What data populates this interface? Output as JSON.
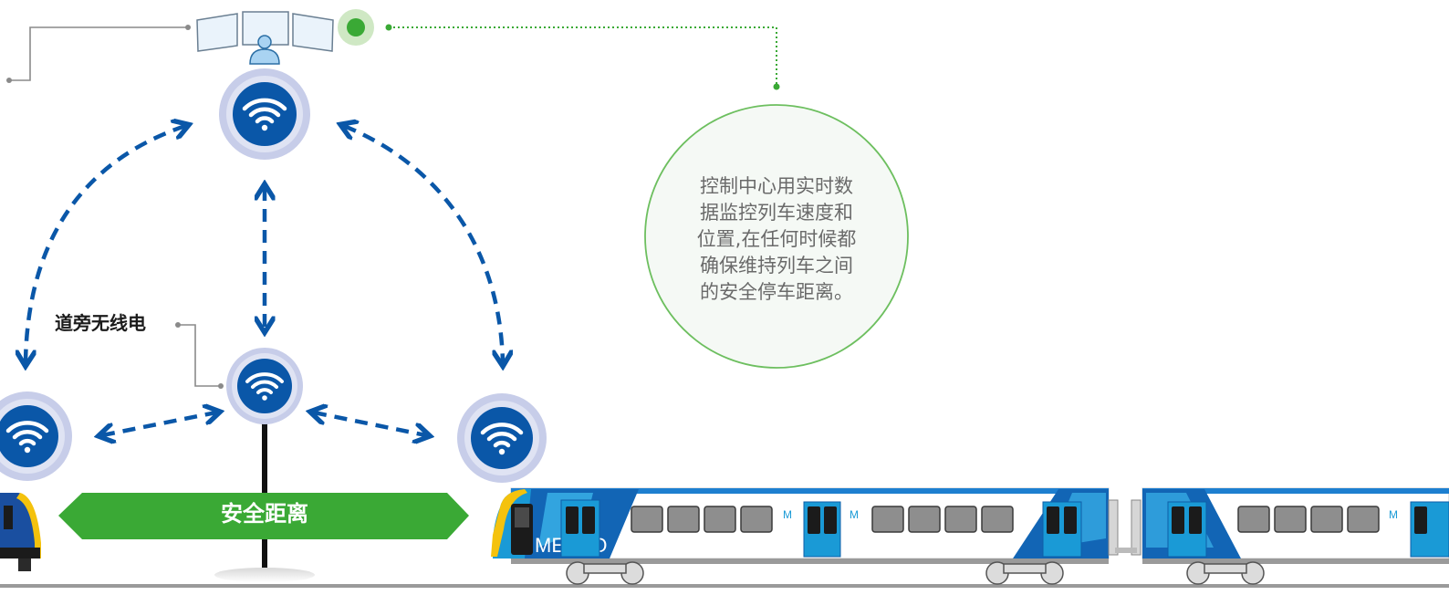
{
  "callout": {
    "lines": [
      "控制中心用实时数",
      "据监控列车速度和",
      "位置,在任何时候都",
      "确保维持列车之间",
      "的安全停车距离。"
    ]
  },
  "labels": {
    "wayside_radio": "道旁无线电",
    "safe_distance": "安全距离",
    "train_brand": "METRO"
  },
  "icons": {
    "control_center": "control-center-operator-icon",
    "status_light": "status-light-icon",
    "wifi": "wifi-icon",
    "bidirectional_arrow": "double-arrow-icon",
    "train": "metro-train-icon"
  },
  "colors": {
    "wifi_blue": "#0a57a8",
    "wifi_halo": "#c7cde9",
    "arrow_blue": "#0a57a8",
    "safe_green": "#3aa935",
    "callout_border": "#6dbf5f",
    "callout_fill": "#f5f9f5",
    "train_blue": "#1a9ad6",
    "train_yellow": "#f4c20d"
  }
}
